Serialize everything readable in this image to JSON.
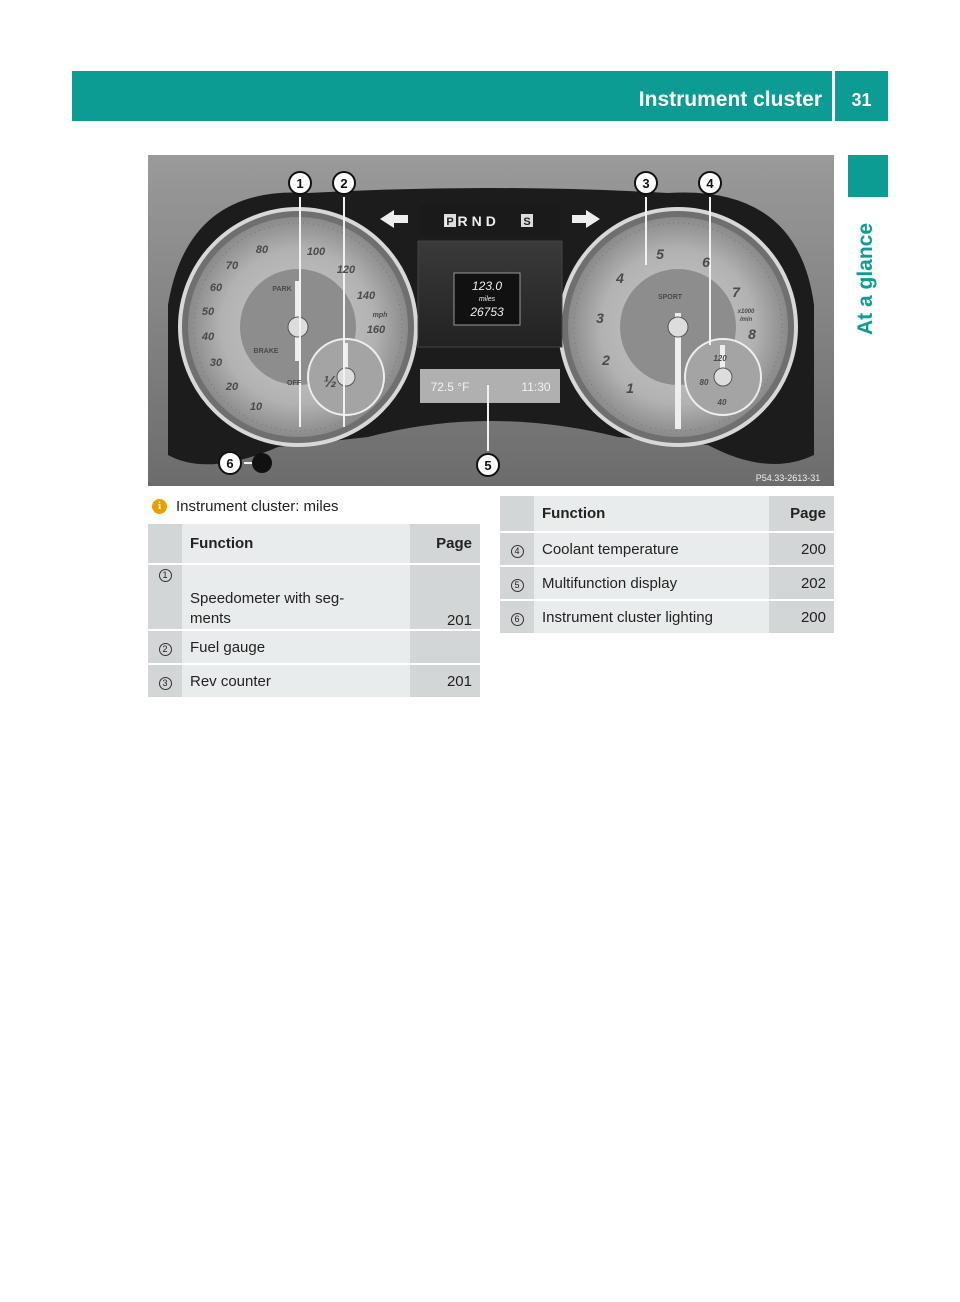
{
  "header": {
    "title": "Instrument cluster",
    "page": "31"
  },
  "side_label": "At a glance",
  "figure": {
    "gear_display": "PRND",
    "gear_p": "P",
    "gear_s": "S",
    "trip": "123.0",
    "unit": "miles",
    "odometer": "26753",
    "temperature": "72.5 °F",
    "clock": "11:30",
    "code": "P54.33-2613-31",
    "callouts": [
      "1",
      "2",
      "3",
      "4",
      "5",
      "6"
    ],
    "speedo_ticks": [
      "10",
      "20",
      "30",
      "40",
      "50",
      "60",
      "70",
      "80",
      "100",
      "120",
      "140",
      "160"
    ],
    "speedo_unit": "mph",
    "rev_ticks": [
      "1",
      "2",
      "3",
      "4",
      "5",
      "6",
      "7",
      "8"
    ],
    "rev_unit_top": "x1000",
    "rev_unit_bottom": "/min",
    "lamp_park": "PARK",
    "lamp_brake": "BRAKE",
    "lamp_sport": "SPORT",
    "lamp_off": "OFF",
    "fuel_half": "½",
    "coolant_120": "120",
    "coolant_80": "80",
    "coolant_40": "40"
  },
  "caption": {
    "icon": "i",
    "text": "Instrument cluster: miles"
  },
  "table_left": {
    "headers": {
      "function": "Function",
      "page": "Page"
    },
    "rows": [
      {
        "num": "1",
        "function_line1": "Speedometer with seg-",
        "function_line2": "ments",
        "page": "201"
      },
      {
        "num": "2",
        "function": "Fuel gauge",
        "page": ""
      },
      {
        "num": "3",
        "function": "Rev counter",
        "page": "201"
      }
    ]
  },
  "table_right": {
    "headers": {
      "function": "Function",
      "page": "Page"
    },
    "rows": [
      {
        "num": "4",
        "function": "Coolant temperature",
        "page": "200"
      },
      {
        "num": "5",
        "function": "Multifunction display",
        "page": "202"
      },
      {
        "num": "6",
        "function": "Instrument cluster lighting",
        "page": "200"
      }
    ]
  }
}
